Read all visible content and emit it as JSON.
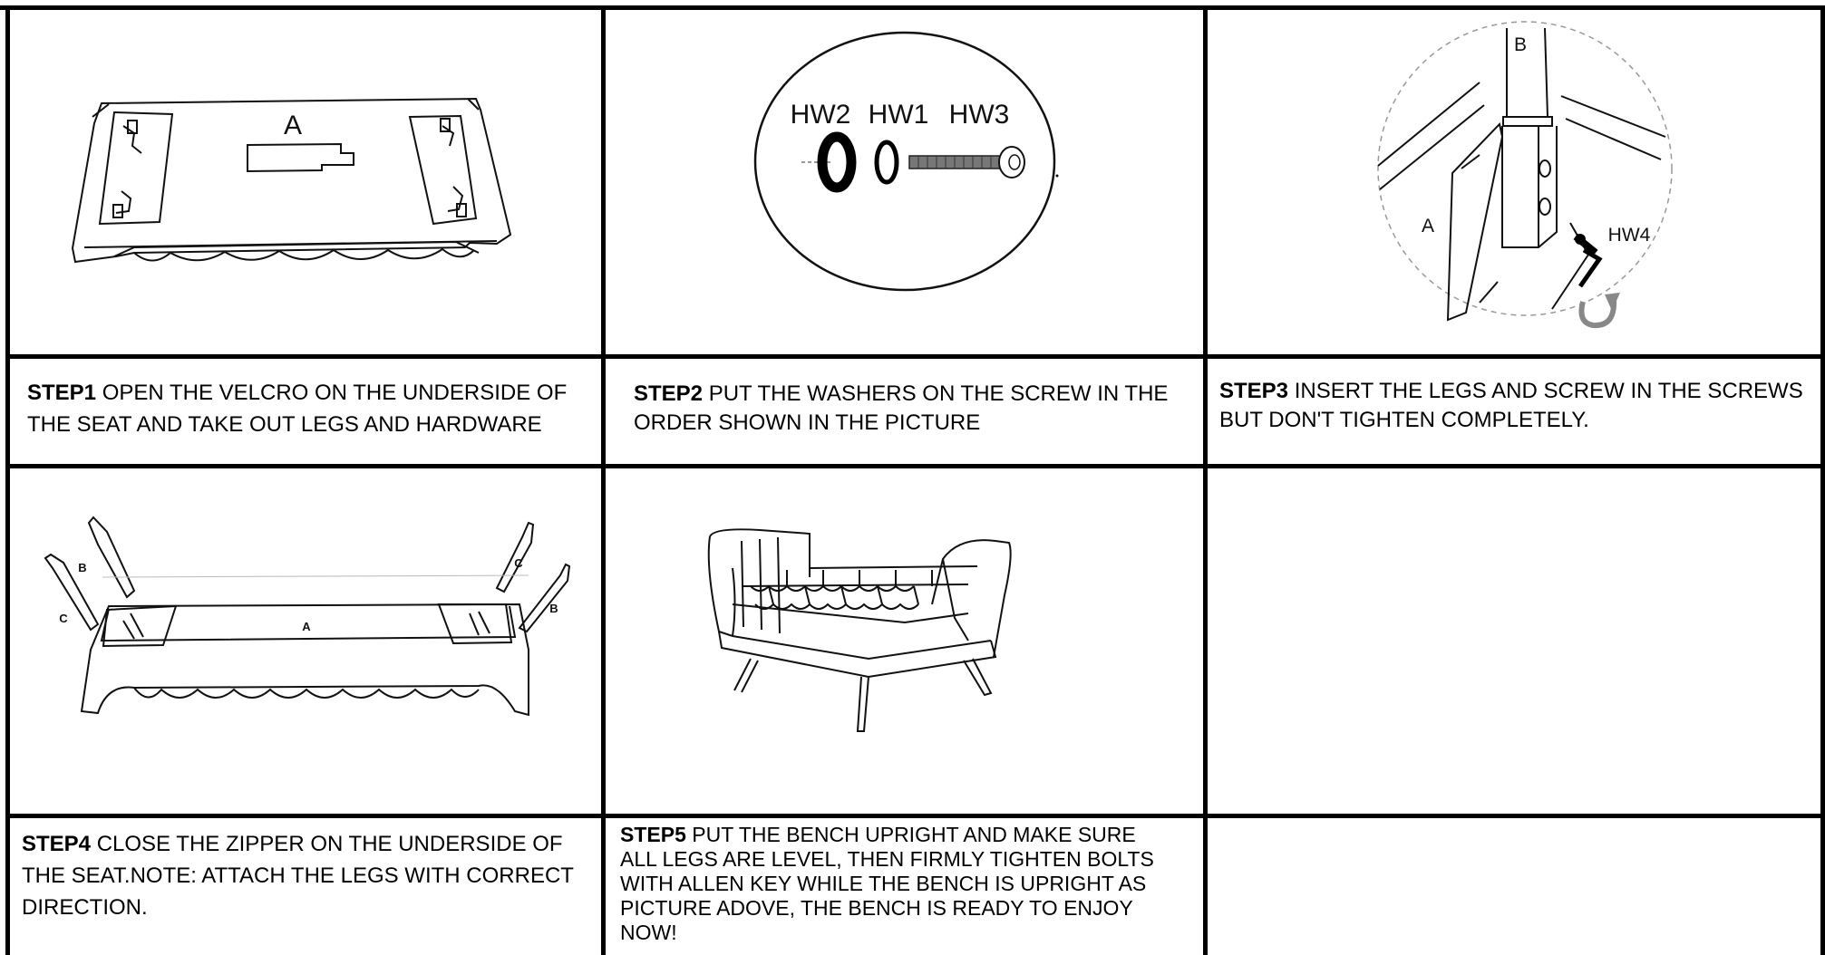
{
  "steps": [
    {
      "label": "STEP1",
      "text": " OPEN THE VELCRO ON THE UNDERSIDE OF THE SEAT AND TAKE OUT LEGS AND HARDWARE"
    },
    {
      "label": "STEP2",
      "text": " PUT THE WASHERS ON THE SCREW IN THE ORDER SHOWN IN THE PICTURE"
    },
    {
      "label": "STEP3",
      "text": " INSERT THE LEGS AND SCREW IN THE SCREWS BUT DON'T TIGHTEN COMPLETELY."
    },
    {
      "label": "STEP4",
      "text": " CLOSE THE ZIPPER ON THE UNDERSIDE OF THE SEAT.NOTE: ATTACH THE LEGS WITH CORRECT DIRECTION."
    },
    {
      "label": "STEP5",
      "text": " PUT THE BENCH UPRIGHT AND MAKE SURE ALL LEGS ARE LEVEL, THEN FIRMLY TIGHTEN BOLTS WITH ALLEN KEY WHILE THE BENCH IS UPRIGHT AS PICTURE ADOVE, THE BENCH IS READY TO ENJOY NOW!"
    }
  ],
  "figure_labels": {
    "step1_part": "A",
    "step2_hw2": "HW2",
    "step2_hw1": "HW1",
    "step2_hw3": "HW3",
    "step3_leg": "B",
    "step3_seat": "A",
    "step3_hw4": "HW4",
    "step4_leg_b_left": "B",
    "step4_leg_c_left": "C",
    "step4_seat": "A",
    "step4_leg_c_right": "C",
    "step4_leg_b_right": "B"
  }
}
